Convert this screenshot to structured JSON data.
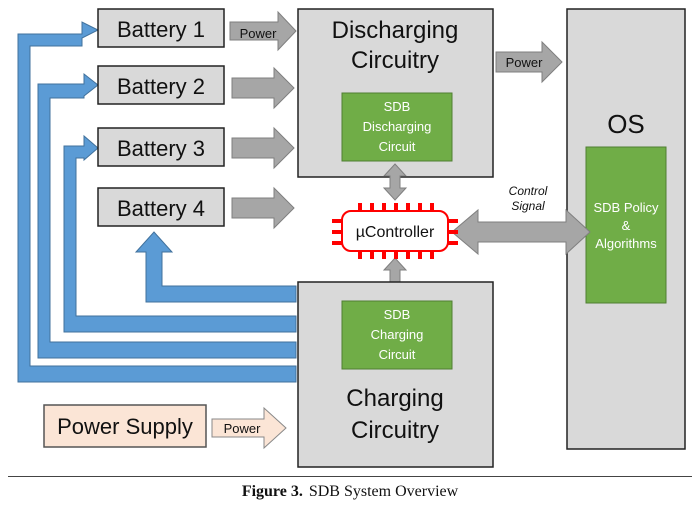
{
  "colors": {
    "blue": "#5b9bd5",
    "blue_stroke": "#41719c",
    "gray_box": "#d9d9d9",
    "arrow_gray": "#a6a6a6",
    "green": "#70ad47",
    "power_supply": "#fbe5d6",
    "mcu_red": "#ff0000"
  },
  "batteries": [
    "Battery 1",
    "Battery 2",
    "Battery 3",
    "Battery 4"
  ],
  "discharging": {
    "title_line1": "Discharging",
    "title_line2": "Circuitry",
    "sdb_line1": "SDB",
    "sdb_line2": "Discharging",
    "sdb_line3": "Circuit"
  },
  "charging": {
    "title_line1": "Charging",
    "title_line2": "Circuitry",
    "sdb_line1": "SDB",
    "sdb_line2": "Charging",
    "sdb_line3": "Circuit"
  },
  "os": {
    "title": "OS",
    "policy_line1": "SDB Policy",
    "policy_line2": "&",
    "policy_line3": "Algorithms"
  },
  "microcontroller": "µController",
  "control_signal": {
    "line1": "Control",
    "line2": "Signal"
  },
  "power_labels": {
    "battery1_to_discharge": "Power",
    "discharge_to_os": "Power",
    "supply_to_charge": "Power"
  },
  "power_supply": "Power Supply",
  "caption": {
    "label": "Figure 3.",
    "text": "SDB System Overview"
  }
}
